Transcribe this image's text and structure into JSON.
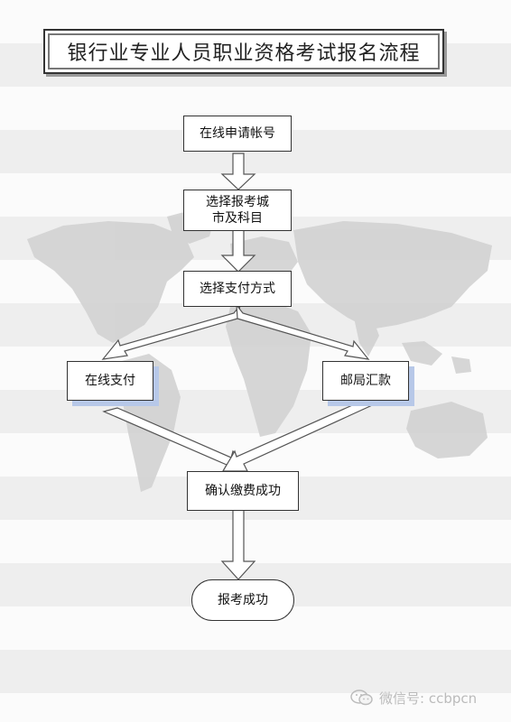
{
  "title": "银行业专业人员职业资格考试报名流程",
  "nodes": {
    "apply_account": "在线申请帐号",
    "choose_city": "选择报考城市及科目",
    "choose_payment": "选择支付方式",
    "pay_online": "在线支付",
    "post_office": "邮局汇款",
    "confirm_payment": "确认缴费成功",
    "registration_success": "报考成功"
  },
  "watermark": {
    "text": "微信号: ccbpcn",
    "icon": "wechat-icon"
  },
  "colors": {
    "shadow": "#b7c8e8",
    "arrow_fill": "#ffffff",
    "arrow_stroke": "#555555"
  }
}
